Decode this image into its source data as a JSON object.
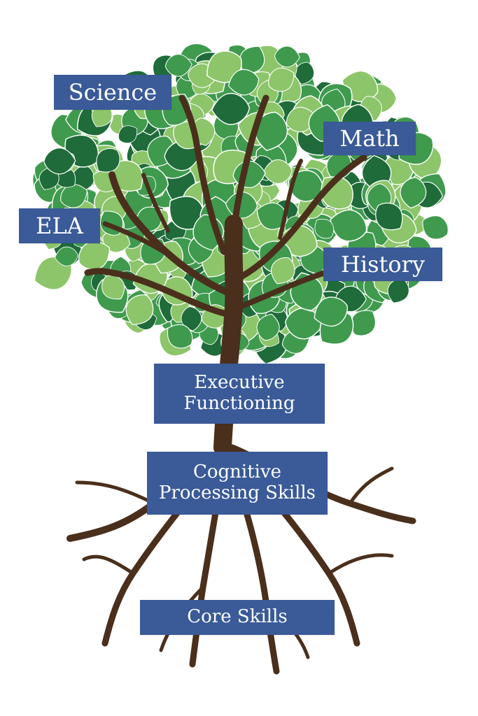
{
  "branch_labels": {
    "science": "Science",
    "math": "Math",
    "ela": "ELA",
    "history": "History"
  },
  "trunk_labels": {
    "executive_line1": "Executive",
    "executive_line2": "Functioning"
  },
  "root_labels": {
    "cognitive_line1": "Cognitive",
    "cognitive_line2": "Processing Skills",
    "core": "Core Skills"
  },
  "colors": {
    "label_bg": "#3a5a98",
    "label_text": "#ffffff",
    "trunk": "#4a2f1c",
    "leaf_dark": "#1f6b3a",
    "leaf_mid": "#3f9a4e",
    "leaf_light": "#8dc56a"
  }
}
